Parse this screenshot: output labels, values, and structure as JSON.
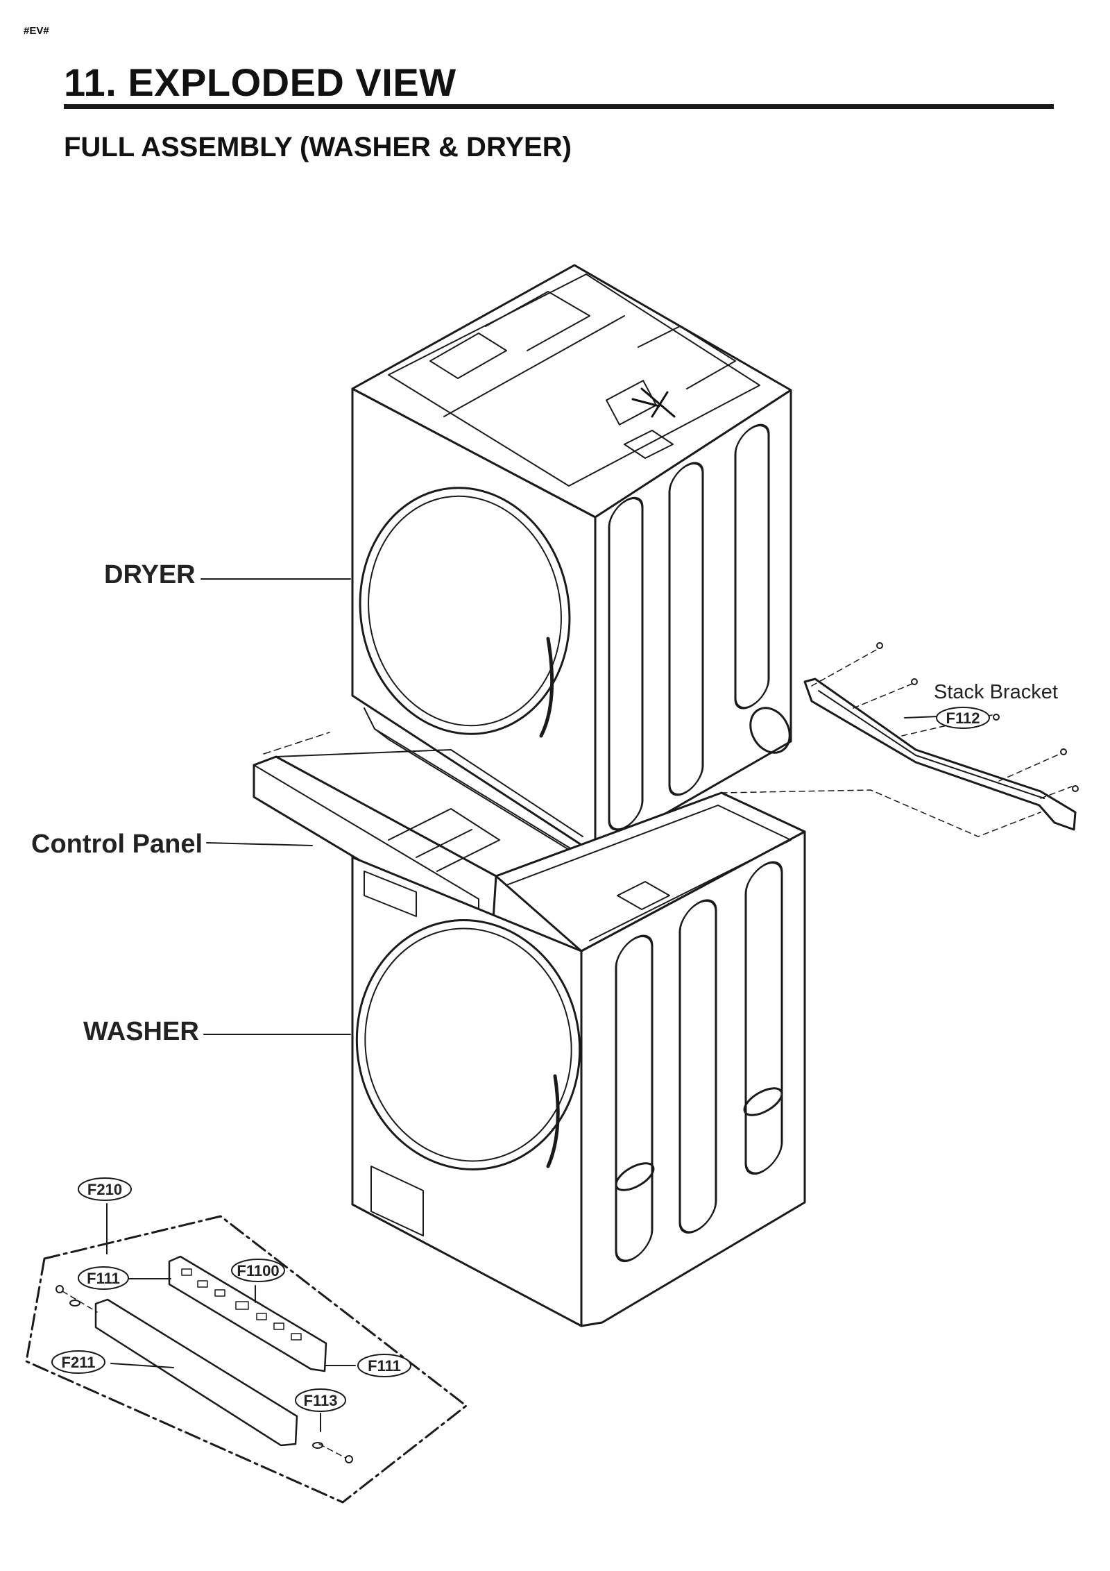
{
  "header": {
    "tag": "#EV#",
    "title": "11. EXPLODED VIEW",
    "subtitle": "FULL ASSEMBLY (WASHER & DRYER)"
  },
  "labels": {
    "dryer": "DRYER",
    "control_panel": "Control Panel",
    "washer": "WASHER",
    "stack_bracket": "Stack Bracket"
  },
  "callouts": {
    "f112": "F112",
    "f210": "F210",
    "f111_left": "F111",
    "f1100": "F1100",
    "f211": "F211",
    "f111_right": "F111",
    "f113": "F113"
  },
  "colors": {
    "line": "#1a1a1a",
    "text": "#111111",
    "background": "#ffffff"
  }
}
